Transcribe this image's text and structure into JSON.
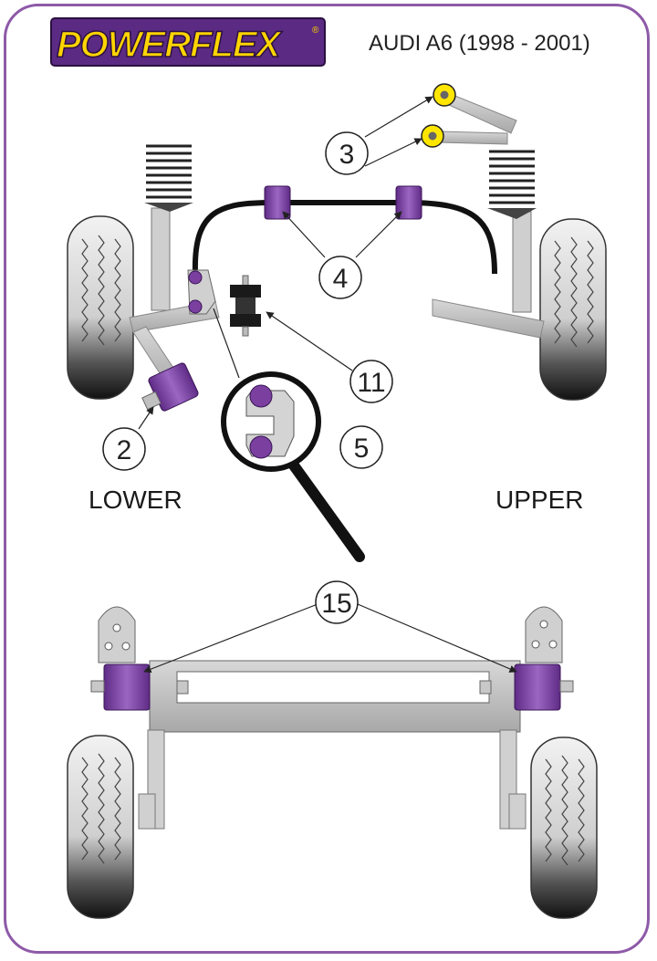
{
  "brand": {
    "name": "POWERFLEX",
    "reg_mark": "®"
  },
  "title": "AUDI A6 (1998 - 2001)",
  "labels": {
    "lower": "LOWER",
    "upper": "UPPER"
  },
  "callouts": [
    "3",
    "4",
    "11",
    "2",
    "5",
    "15"
  ],
  "colors": {
    "frame": "#8e5aa8",
    "bush_purple": "#7b3fa0",
    "bush_yellow": "#ffe600",
    "arm_grey": "#c8c8c8",
    "tyre_dark": "#1e1e1e",
    "logo_bg": "#5b2a83",
    "logo_text": "#ffd400"
  }
}
